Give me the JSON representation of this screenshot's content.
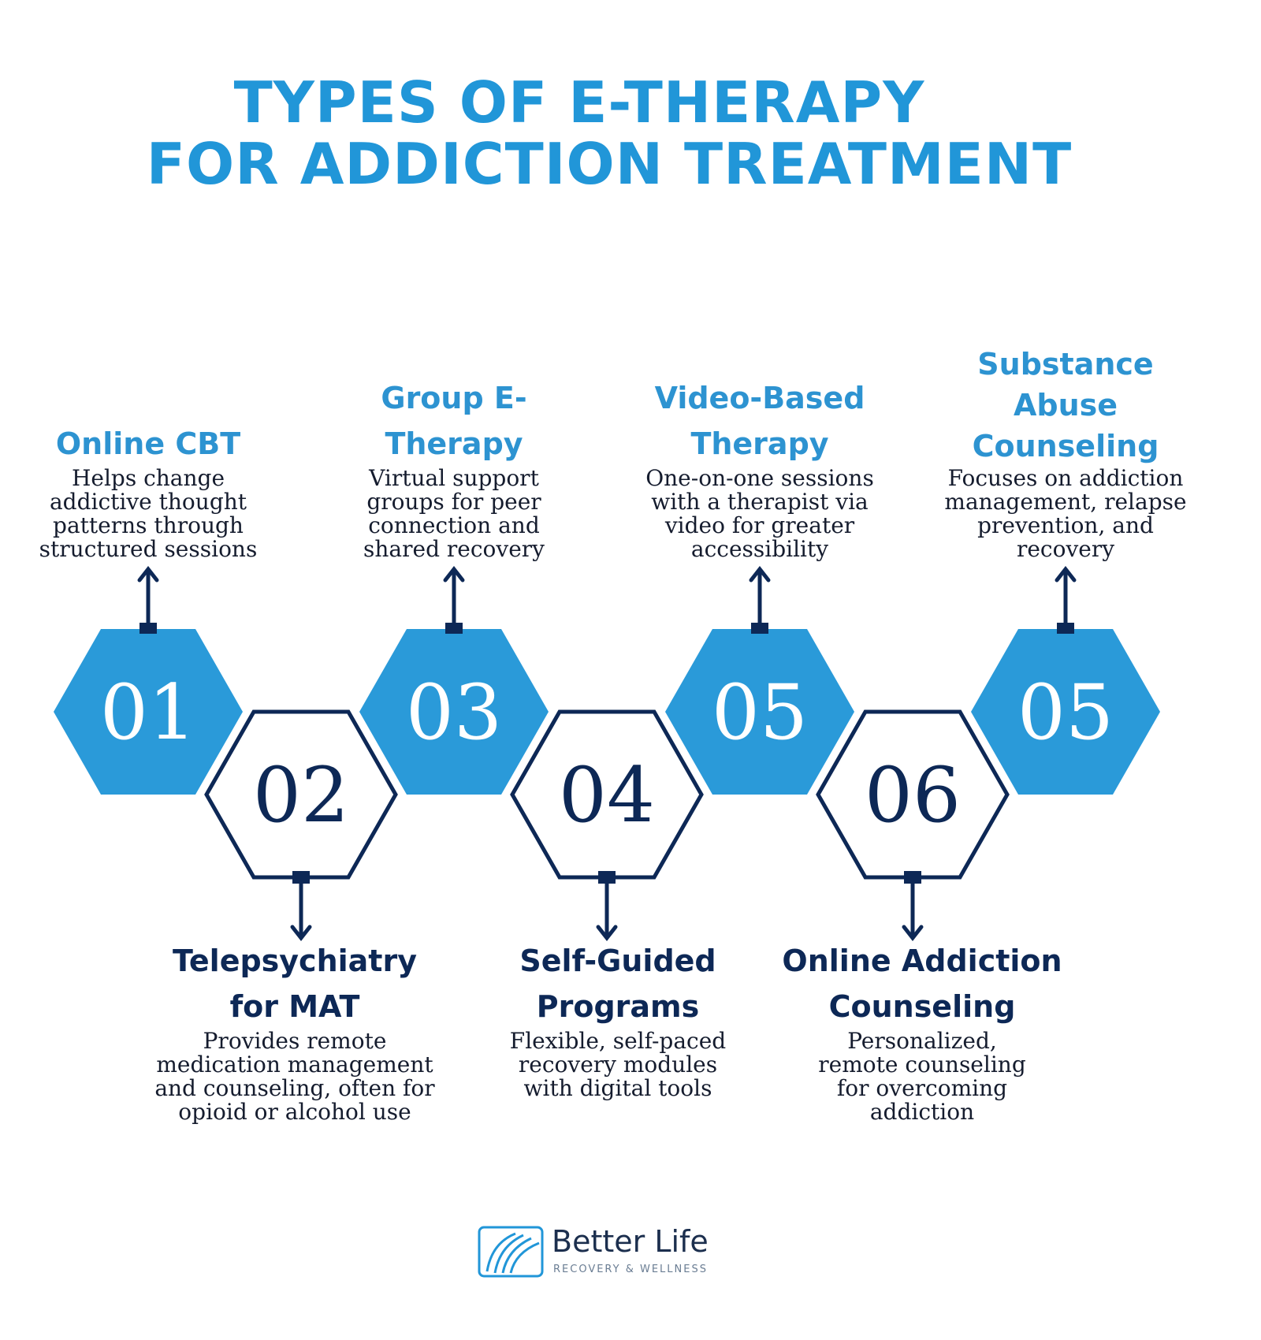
{
  "title": {
    "line1": "TYPES OF E-THERAPY",
    "line2": "FOR ADDICTION TREATMENT"
  },
  "colors": {
    "accent_blue": "#2a9ad9",
    "navy": "#0d2856",
    "white": "#ffffff"
  },
  "steps": [
    {
      "number": "01",
      "heading": "Online CBT",
      "description": [
        "Helps change",
        "addictive thought",
        "patterns through",
        "structured sessions"
      ],
      "style": "filled",
      "arrow": "up"
    },
    {
      "number": "02",
      "heading": "Telepsychiatry for MAT",
      "description": [
        "Provides remote",
        "medication management",
        "and counseling, often for",
        "opioid or alcohol use"
      ],
      "style": "outline",
      "arrow": "down"
    },
    {
      "number": "03",
      "heading": "Group E-Therapy",
      "description": [
        "Virtual support",
        "groups for peer",
        "connection and",
        "shared recovery"
      ],
      "style": "filled",
      "arrow": "up"
    },
    {
      "number": "04",
      "heading": "Self-Guided Programs",
      "description": [
        "Flexible, self-paced",
        "recovery modules",
        "with digital tools"
      ],
      "style": "outline",
      "arrow": "down"
    },
    {
      "number": "05",
      "heading": "Video-Based Therapy",
      "description": [
        "One-on-one sessions",
        "with a therapist via",
        "video for greater",
        "accessibility"
      ],
      "style": "filled",
      "arrow": "up"
    },
    {
      "number": "06",
      "heading": "Online Addiction Counseling",
      "description": [
        "Personalized,",
        "remote counseling",
        "for overcoming",
        "addiction"
      ],
      "style": "outline",
      "arrow": "down"
    },
    {
      "number": "05",
      "heading": "Substance Abuse Counseling",
      "description": [
        "Focuses on addiction",
        "management, relapse",
        "prevention, and",
        "recovery"
      ],
      "style": "filled",
      "arrow": "up"
    }
  ],
  "logo": {
    "name": "Better Life",
    "tagline": "RECOVERY & WELLNESS",
    "icon": "wave-lines-logo-icon"
  }
}
